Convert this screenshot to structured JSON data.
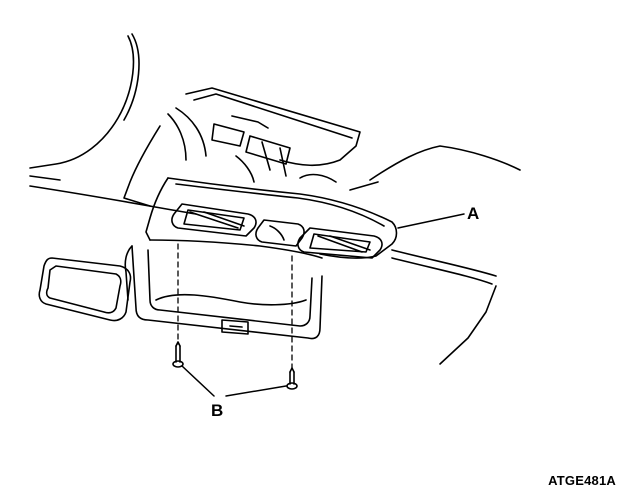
{
  "callouts": {
    "a": "A",
    "b": "B"
  },
  "figure_id": "ATGE481A",
  "colors": {
    "line": "#000000",
    "background": "#ffffff"
  }
}
